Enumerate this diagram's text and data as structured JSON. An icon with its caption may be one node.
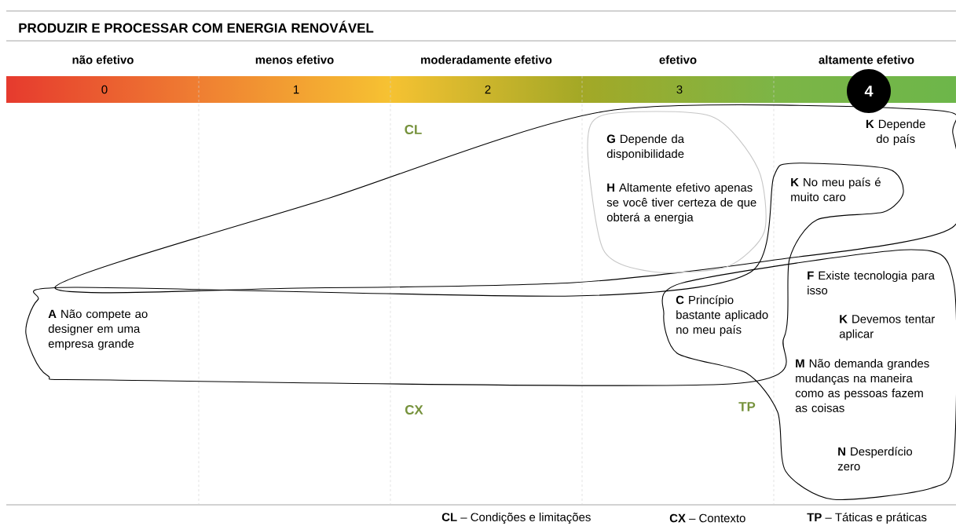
{
  "diagram": {
    "title": "PRODUZIR E PROCESSAR COM ENERGIA RENOVÁVEL",
    "nodes": [
      {
        "text": [
          "4"
        ]
      },
      {
        "text": [
          "**A** Não compete ao designer em uma empresa grande"
        ]
      },
      {
        "text": [
          "**G** Depende da disponibilidade"
        ]
      },
      {
        "text": [
          "**H** Altamente efetivo apenas se você tiver certeza de que obterá a energia"
        ]
      },
      {
        "text": [
          "**K** Depende do país"
        ]
      },
      {
        "text": [
          "**K** No meu país é muito caro"
        ]
      },
      {
        "text": [
          "**C** Princípio bastante aplicado no meu país"
        ]
      },
      {
        "text": [
          "**F** Existe tecnologia para isso"
        ]
      },
      {
        "text": [
          "**K** Devemos tentar aplicar"
        ]
      },
      {
        "text": [
          "**M** Não demanda grandes mudanças na maneira como as pessoas fazem as coisas"
        ]
      },
      {
        "text": [
          "**N** Desperdício zero"
        ]
      }
    ],
    "labels": [
      "não efetivo",
      "menos efetivo",
      "moderadamente efetivo",
      "efetivo",
      "altamente efetivo",
      "0",
      "1",
      "2",
      "3",
      "CL",
      "CX",
      "TP",
      "**CL** – Condições e limitações",
      "**CX** – Contexto",
      "**TP** – Táticas e práticas"
    ]
  }
}
